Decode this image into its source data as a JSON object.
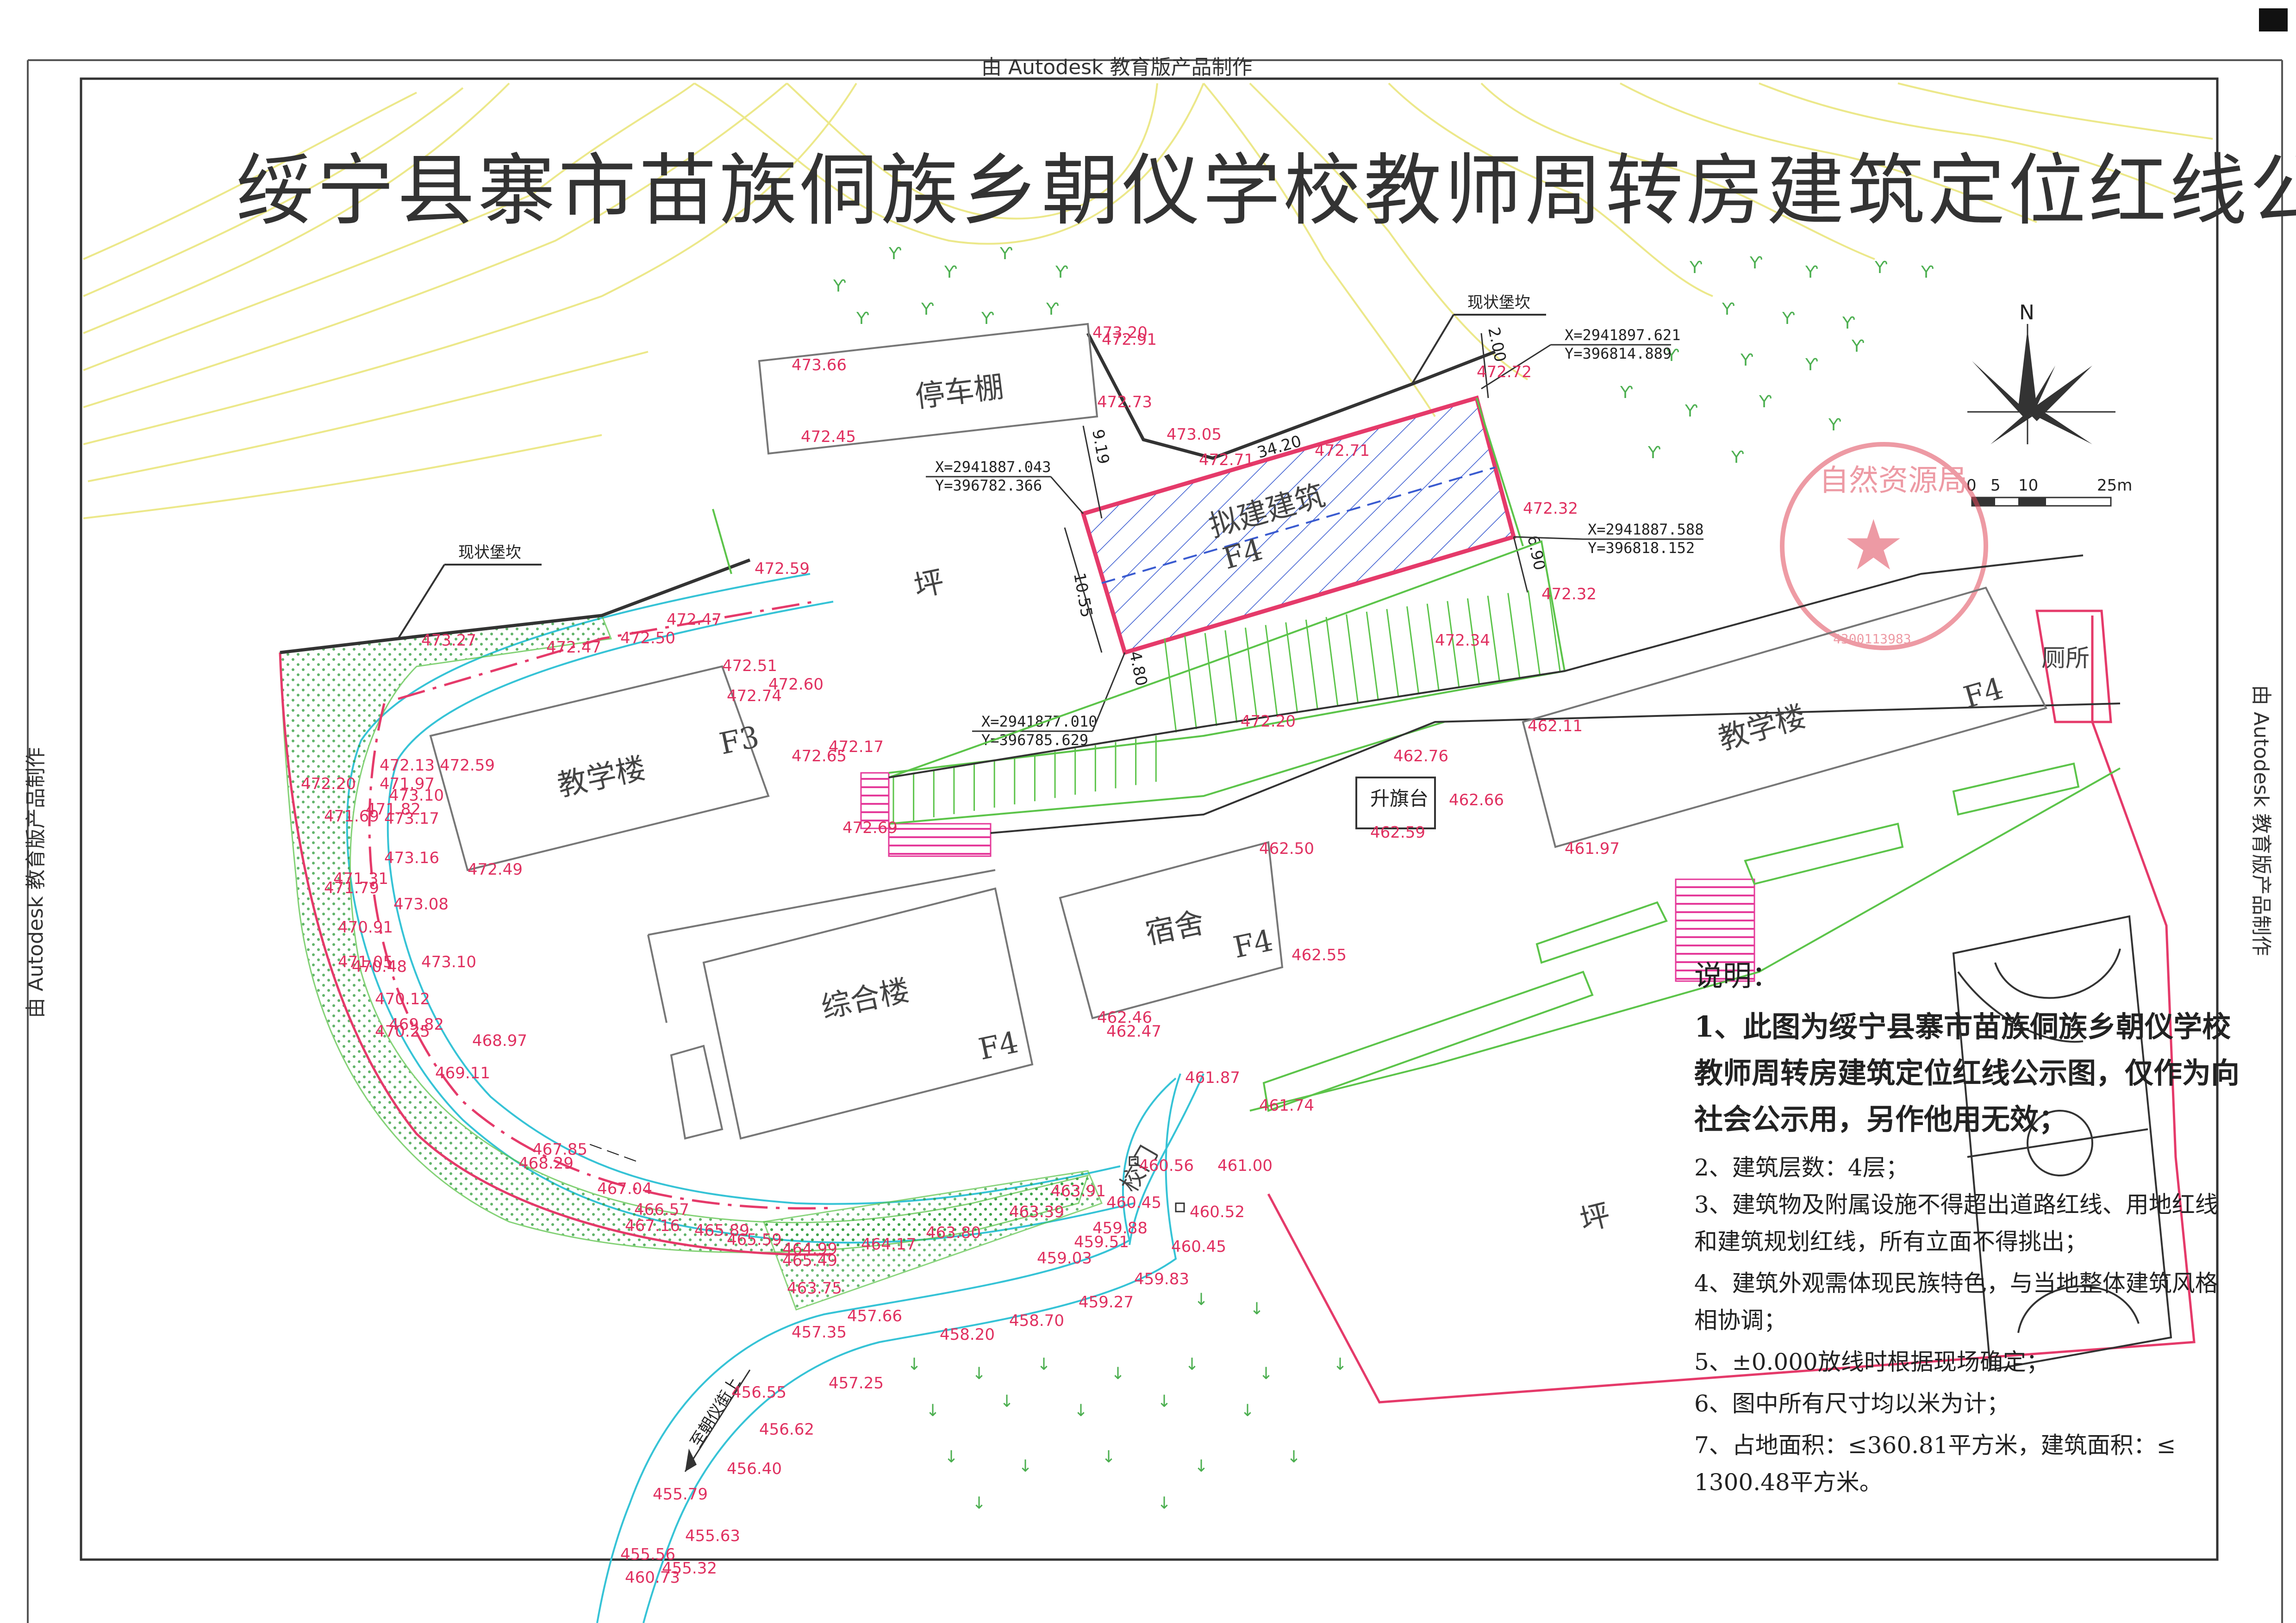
{
  "title": "绥宁县寨市苗族侗族乡朝仪学校教师周转房建筑定位红线公示图",
  "watermark": {
    "top": "由 Autodesk 教育版产品制作",
    "left": "由 Autodesk 教育版产品制作",
    "right": "由 Autodesk 教育版产品制作"
  },
  "buildings": {
    "parking": "停车棚",
    "proposed_name": "拟建建筑",
    "proposed_floor": "F4",
    "teaching_left": "教学楼",
    "teaching_left_floor": "F3",
    "teaching_right": "教学楼",
    "teaching_right_floor": "F4",
    "toilet": "厕所",
    "flag_platform": "升旗台",
    "dorm": "宿舍",
    "dorm_floor": "F4",
    "complex": "综合楼",
    "complex_floor": "F4",
    "gate": "校门",
    "ping1": "坪",
    "ping2": "坪"
  },
  "labels": {
    "retaining_wall_top": "现状堡坎",
    "retaining_wall_left": "现状堡坎",
    "road_to": "至朝仪街上",
    "north": "N",
    "seal_text": "自然资源局",
    "seal_number": "4300113983"
  },
  "coords": {
    "c1x": "X=2941897.621",
    "c1y": "Y=396814.889",
    "c2x": "X=2941887.043",
    "c2y": "Y=396782.366",
    "c3x": "X=2941887.588",
    "c3y": "Y=396818.152",
    "c4x": "X=2941877.010",
    "c4y": "Y=396785.629"
  },
  "dims": {
    "d1": "2.00",
    "d2": "34.20",
    "d3": "9.19",
    "d4": "10.55",
    "d5": "6.90",
    "d6": "4.80"
  },
  "scale": {
    "t0": "0",
    "t5": "5",
    "t10": "10",
    "t25": "25m"
  },
  "elevations": {
    "e1": "473.66",
    "e2": "472.45",
    "e3": "473.20",
    "e4": "472.91",
    "e5": "472.73",
    "e6": "473.05",
    "e7": "472.71",
    "e8": "472.72",
    "e9": "472.71",
    "e10": "472.32",
    "e11": "472.32",
    "e12": "472.59",
    "e13": "473.27",
    "e14": "472.47",
    "e15": "472.50",
    "e16": "472.47",
    "e17": "472.51",
    "e18": "472.60",
    "e19": "472.74",
    "e20": "472.17",
    "e21": "472.65",
    "e22": "472.13",
    "e23": "472.59",
    "e24": "472.20",
    "e25": "471.97",
    "e26": "473.10",
    "e27": "471.69",
    "e28": "471.82",
    "e29": "473.17",
    "e30": "473.16",
    "e31": "471.31",
    "e32": "471.79",
    "e33": "473.08",
    "e34": "470.91",
    "e35": "471.05",
    "e36": "470.48",
    "e37": "473.10",
    "e38": "470.12",
    "e39": "469.82",
    "e40": "470.25",
    "e41": "468.97",
    "e42": "469.11",
    "e43": "472.49",
    "e44": "472.69",
    "e45": "472.34",
    "e46": "472.20",
    "e47": "462.11",
    "e48": "462.76",
    "e49": "462.66",
    "e50": "462.59",
    "e51": "462.50",
    "e52": "461.97",
    "e53": "462.55",
    "e54": "462.46",
    "e55": "462.47",
    "e56": "461.87",
    "e57": "461.74",
    "e58": "461.00",
    "e59": "460.56",
    "e60": "460.52",
    "e61": "460.45",
    "e62": "460.45",
    "e63": "459.88",
    "e64": "459.51",
    "e65": "459.03",
    "e66": "459.83",
    "e67": "459.27",
    "e68": "467.85",
    "e69": "468.29",
    "e70": "467.04",
    "e71": "466.57",
    "e72": "467.16",
    "e73": "465.89",
    "e74": "465.59",
    "e75": "464.99",
    "e76": "465.49",
    "e77": "464.17",
    "e78": "463.80",
    "e79": "463.39",
    "e80": "463.91",
    "e81": "463.75",
    "e82": "457.66",
    "e83": "457.35",
    "e84": "458.20",
    "e85": "458.70",
    "e86": "456.55",
    "e87": "457.25",
    "e88": "456.62",
    "e89": "456.40",
    "e90": "455.79",
    "e91": "455.63",
    "e92": "455.56",
    "e93": "455.32",
    "e94": "460.73"
  },
  "notes": {
    "heading": "说明：",
    "n1a": "1、此图为绥宁县寨市苗族侗族乡朝仪学校",
    "n1b": "教师周转房建筑定位红线公示图，仅作为向",
    "n1c": "社会公示用，另作他用无效；",
    "n2": "2、建筑层数：4层；",
    "n3a": "3、建筑物及附属设施不得超出道路红线、用地红线",
    "n3b": "和建筑规划红线，所有立面不得挑出；",
    "n4a": "4、建筑外观需体现民族特色，与当地整体建筑风格",
    "n4b": "相协调；",
    "n5": "5、±0.000放线时根据现场确定；",
    "n6": "6、图中所有尺寸均以米为计；",
    "n7a": "7、占地面积：≤360.81平方米，建筑面积：≤",
    "n7b": "1300.48平方米。"
  },
  "colors": {
    "redline": "#e53a6a",
    "road": "#36c3d6",
    "green": "#5cc44a",
    "contour": "#ece88a",
    "hatch": "#3a5bd0"
  }
}
